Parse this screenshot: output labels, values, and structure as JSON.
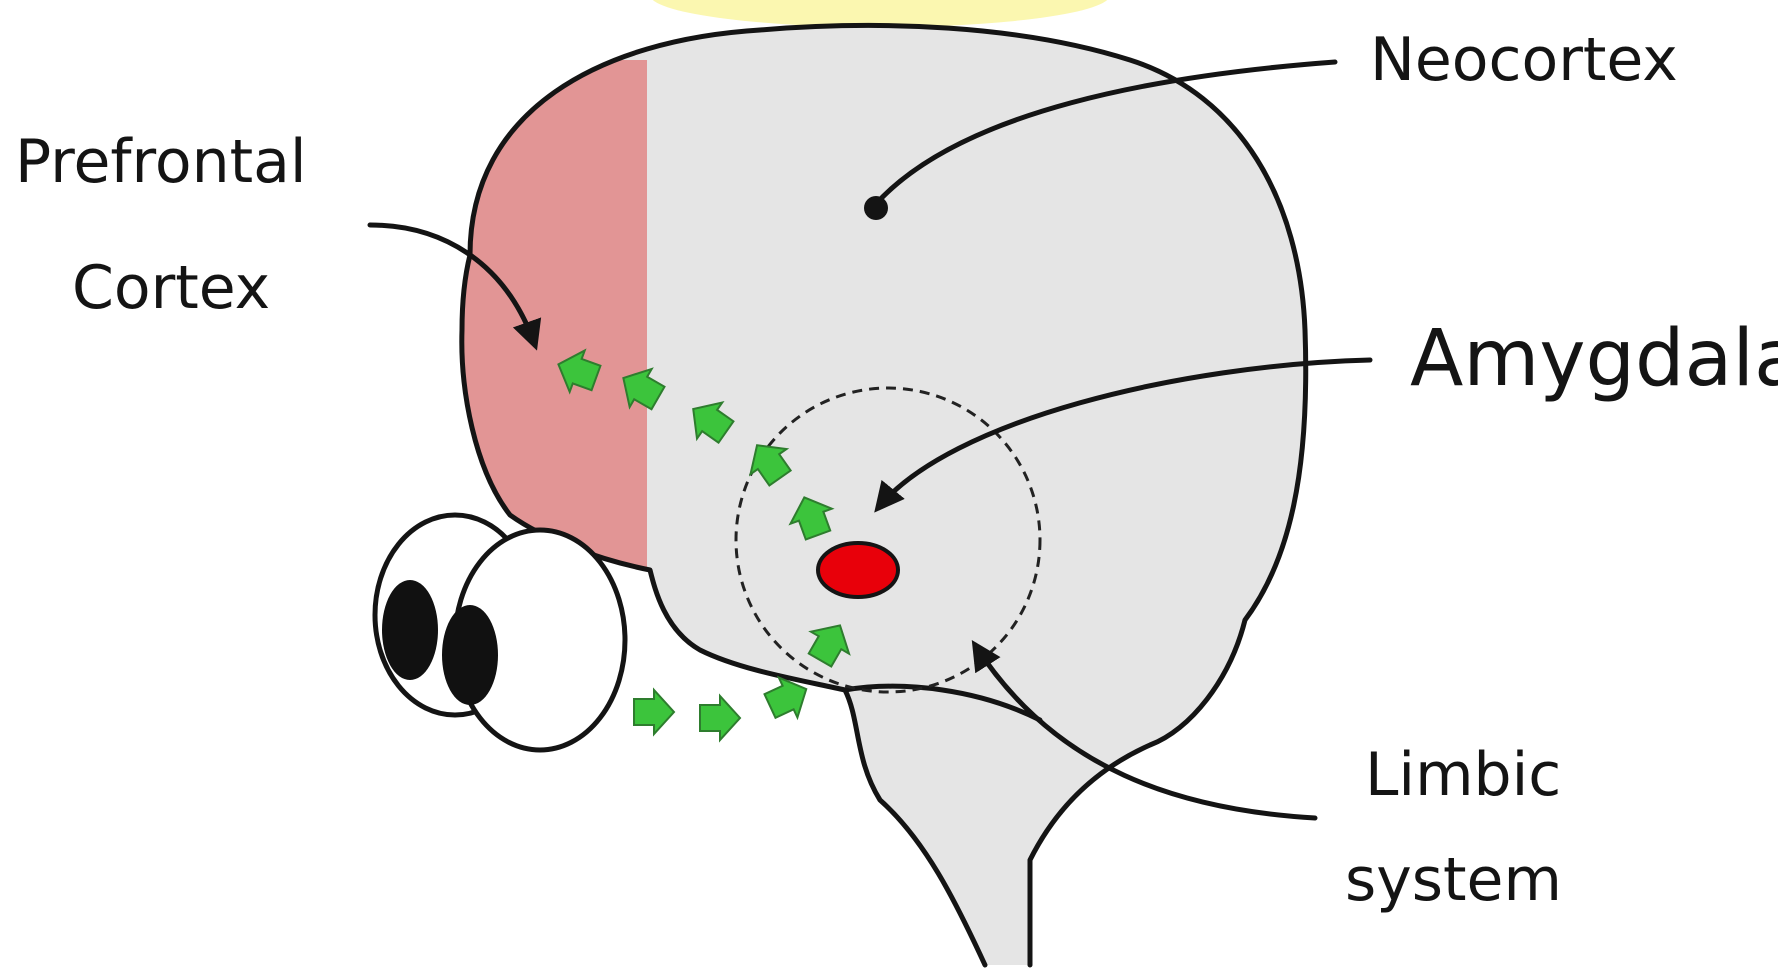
{
  "labels": {
    "prefrontal_line1": "Prefrontal",
    "prefrontal_line2": "Cortex",
    "neocortex": "Neocortex",
    "amygdala": "Amygdala",
    "limbic_line1": "Limbic",
    "limbic_line2": "system"
  },
  "colors": {
    "brain_fill": "#e5e5e5",
    "prefrontal_fill": "#e29595",
    "amygdala_fill": "#e8000a",
    "pathway_arrows": "#3cc43c",
    "glow": "#fbf7b0",
    "outline": "#141414"
  },
  "icons": {
    "eyes": "cartoon-eyes-icon",
    "pathway": "green-arrow-icon"
  }
}
